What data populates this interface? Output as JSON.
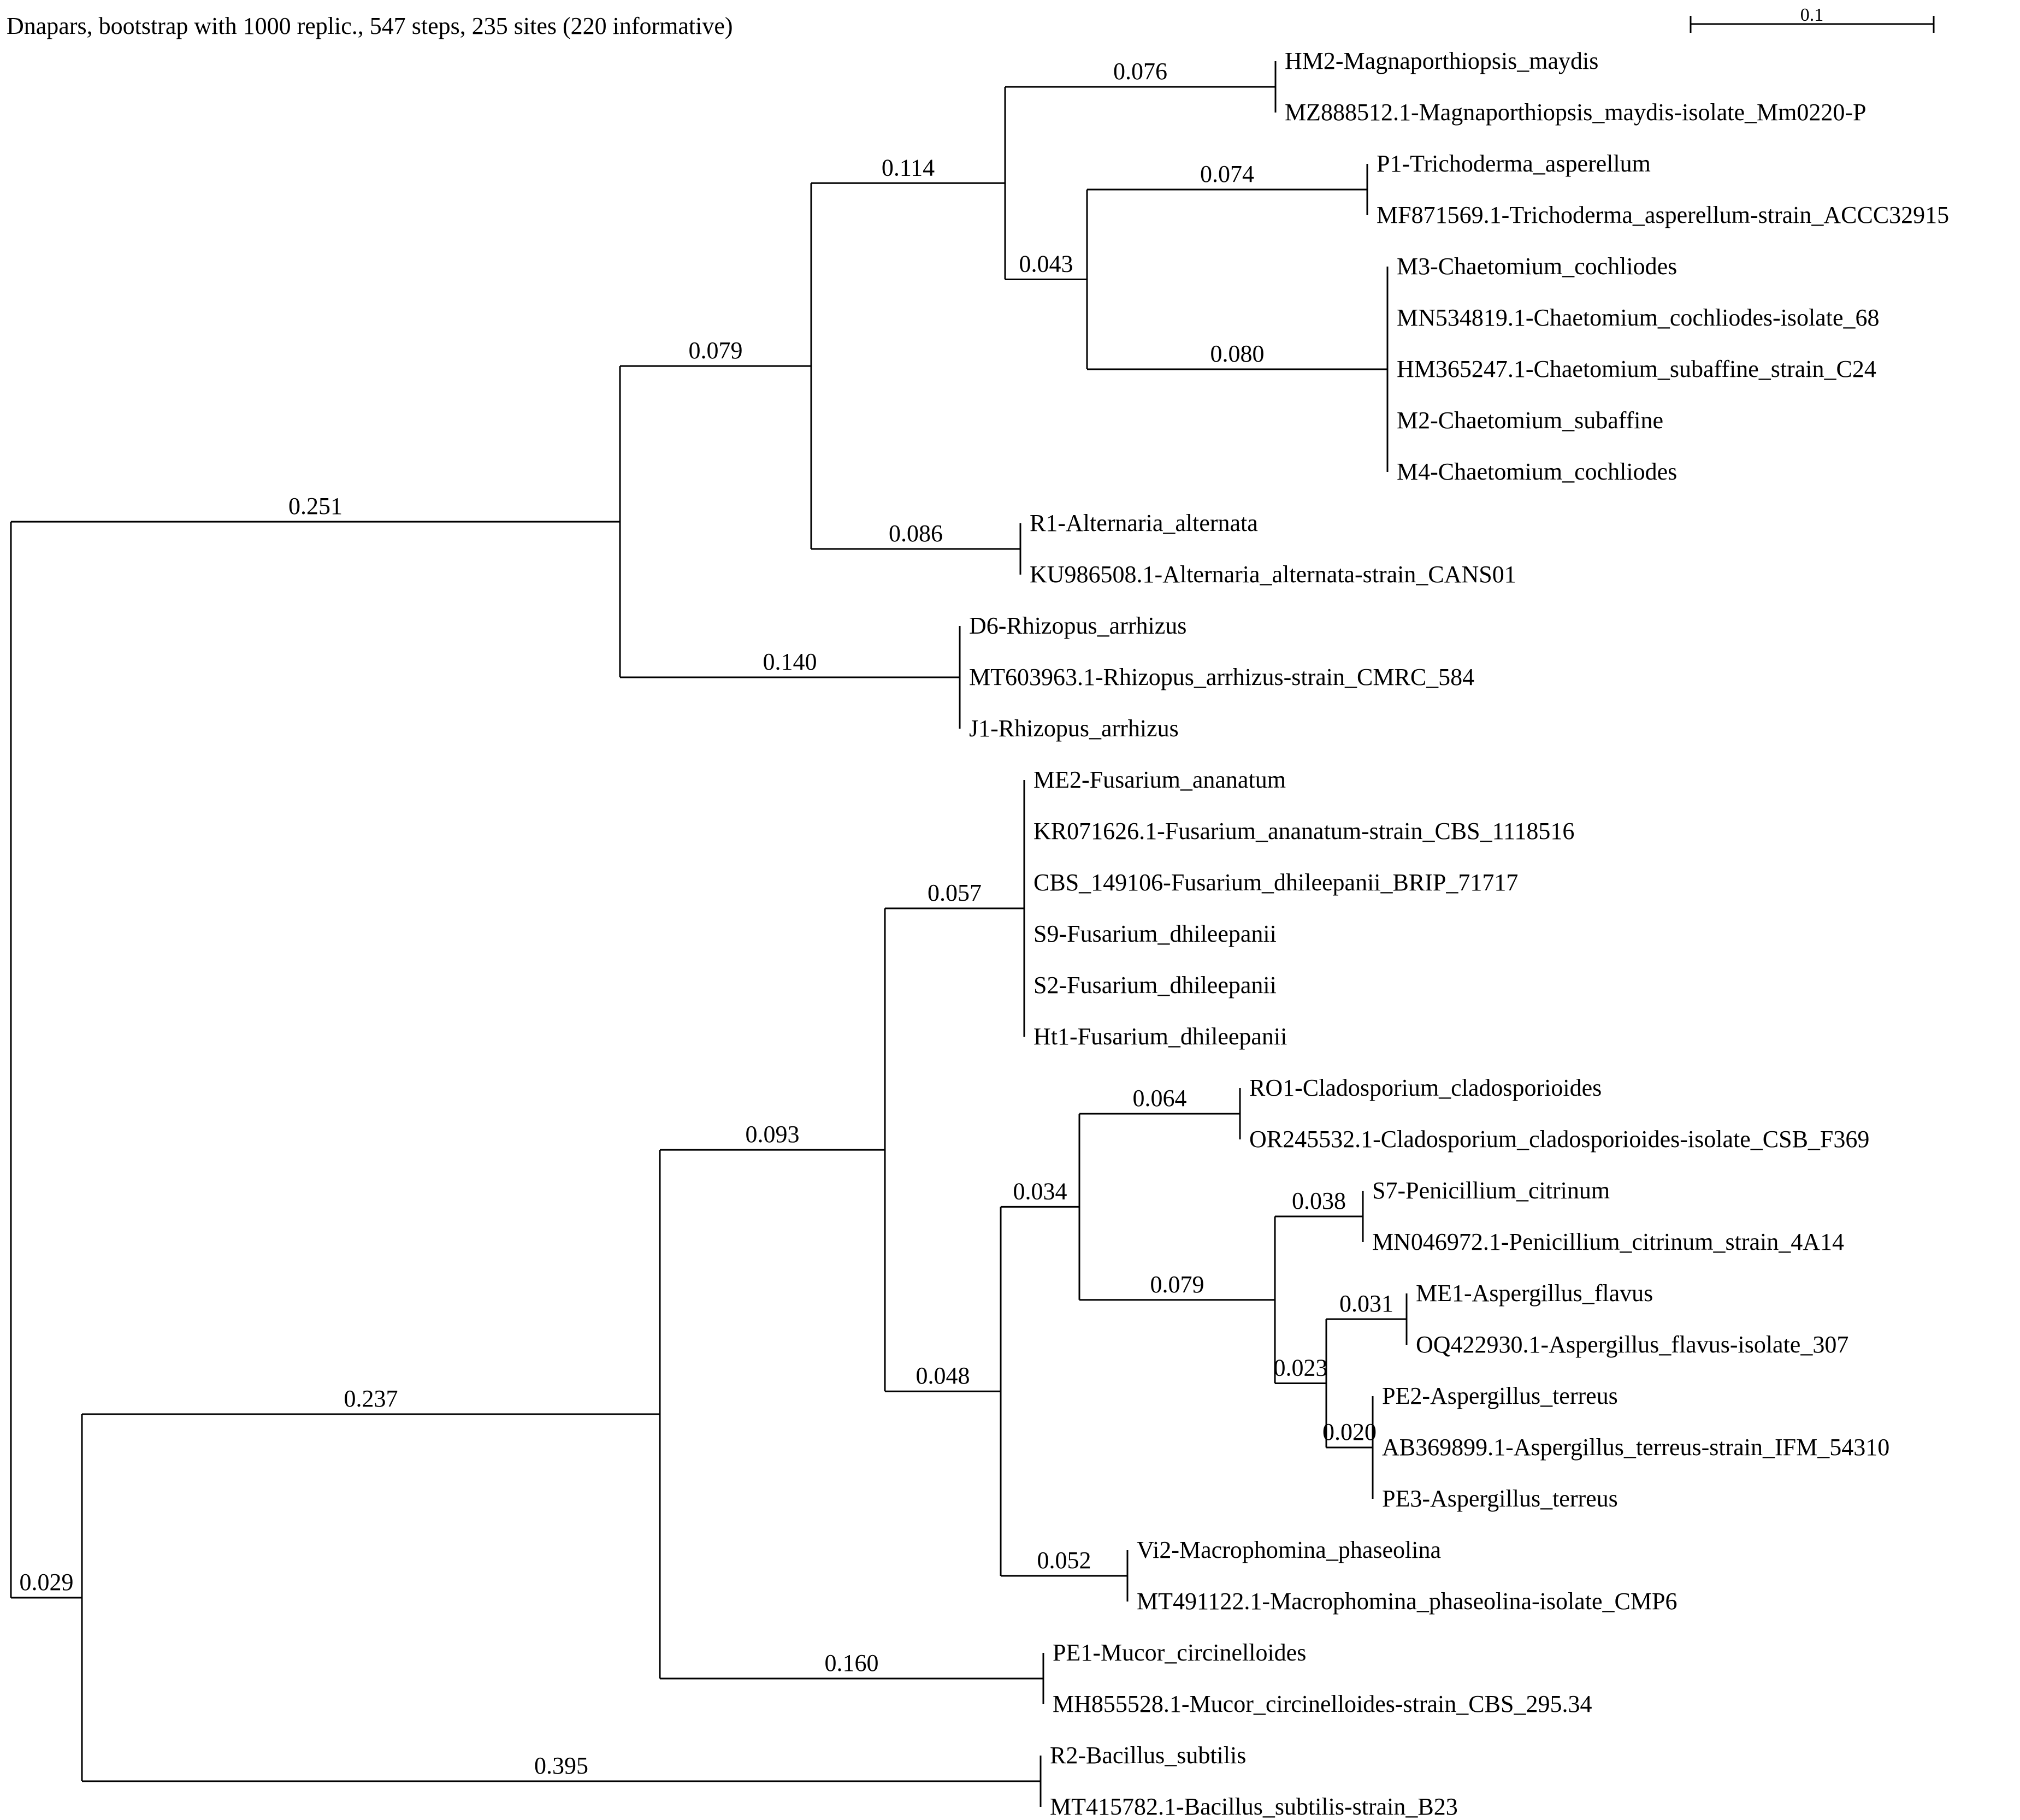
{
  "title": "Dnapars, bootstrap with 1000 replic., 547 steps, 235 sites (220 informative)",
  "scale_bar": {
    "label": "0.1"
  },
  "tree": {
    "id": "root",
    "children": [
      {
        "id": "A",
        "length": "0.251",
        "children": [
          {
            "id": "B",
            "length": "0.079",
            "children": [
              {
                "id": "C",
                "length": "0.114",
                "children": [
                  {
                    "id": "D",
                    "length": "0.076",
                    "leaves": [
                      "HM2-Magnaporthiopsis_maydis",
                      "MZ888512.1-Magnaporthiopsis_maydis-isolate_Mm0220-P"
                    ]
                  },
                  {
                    "id": "E",
                    "length": "0.043",
                    "children": [
                      {
                        "id": "F",
                        "length": "0.074",
                        "leaves": [
                          "P1-Trichoderma_asperellum",
                          "MF871569.1-Trichoderma_asperellum-strain_ACCC32915"
                        ]
                      },
                      {
                        "id": "G",
                        "length": "0.080",
                        "leaves": [
                          "M3-Chaetomium_cochliodes",
                          "MN534819.1-Chaetomium_cochliodes-isolate_68",
                          "HM365247.1-Chaetomium_subaffine_strain_C24",
                          "M2-Chaetomium_subaffine",
                          "M4-Chaetomium_cochliodes"
                        ]
                      }
                    ]
                  }
                ]
              },
              {
                "id": "H",
                "length": "0.086",
                "leaves": [
                  "R1-Alternaria_alternata",
                  "KU986508.1-Alternaria_alternata-strain_CANS01"
                ]
              }
            ]
          },
          {
            "id": "I",
            "length": "0.140",
            "leaves": [
              "D6-Rhizopus_arrhizus",
              "MT603963.1-Rhizopus_arrhizus-strain_CMRC_584",
              "J1-Rhizopus_arrhizus"
            ]
          }
        ]
      },
      {
        "id": "J",
        "length": "0.029",
        "children": [
          {
            "id": "K",
            "length": "0.237",
            "children": [
              {
                "id": "L",
                "length": "0.093",
                "children": [
                  {
                    "id": "M",
                    "length": "0.057",
                    "leaves": [
                      "ME2-Fusarium_ananatum",
                      "KR071626.1-Fusarium_ananatum-strain_CBS_1118516",
                      "CBS_149106-Fusarium_dhileepanii_BRIP_71717",
                      "S9-Fusarium_dhileepanii",
                      "S2-Fusarium_dhileepanii",
                      "Ht1-Fusarium_dhileepanii"
                    ]
                  },
                  {
                    "id": "N",
                    "length": "0.048",
                    "children": [
                      {
                        "id": "O",
                        "length": "0.034",
                        "children": [
                          {
                            "id": "P",
                            "length": "0.064",
                            "leaves": [
                              "RO1-Cladosporium_cladosporioides",
                              "OR245532.1-Cladosporium_cladosporioides-isolate_CSB_F369"
                            ]
                          },
                          {
                            "id": "Q",
                            "length": "0.079",
                            "children": [
                              {
                                "id": "R",
                                "length": "0.038",
                                "leaves": [
                                  "S7-Penicillium_citrinum",
                                  "MN046972.1-Penicillium_citrinum_strain_4A14"
                                ]
                              },
                              {
                                "id": "S",
                                "length": "0.023",
                                "children": [
                                  {
                                    "id": "T",
                                    "length": "0.031",
                                    "leaves": [
                                      "ME1-Aspergillus_flavus",
                                      "OQ422930.1-Aspergillus_flavus-isolate_307"
                                    ]
                                  },
                                  {
                                    "id": "U",
                                    "length": "0.020",
                                    "leaves": [
                                      "PE2-Aspergillus_terreus",
                                      "AB369899.1-Aspergillus_terreus-strain_IFM_54310",
                                      "PE3-Aspergillus_terreus"
                                    ]
                                  }
                                ]
                              }
                            ]
                          }
                        ]
                      },
                      {
                        "id": "V",
                        "length": "0.052",
                        "leaves": [
                          "Vi2-Macrophomina_phaseolina",
                          "MT491122.1-Macrophomina_phaseolina-isolate_CMP6"
                        ]
                      }
                    ]
                  }
                ]
              },
              {
                "id": "W",
                "length": "0.160",
                "leaves": [
                  "PE1-Mucor_circinelloides",
                  "MH855528.1-Mucor_circinelloides-strain_CBS_295.34"
                ]
              }
            ]
          },
          {
            "id": "X",
            "length": "0.395",
            "leaves": [
              "R2-Bacillus_subtilis",
              "MT415782.1-Bacillus_subtilis-strain_B23"
            ]
          }
        ]
      }
    ]
  }
}
